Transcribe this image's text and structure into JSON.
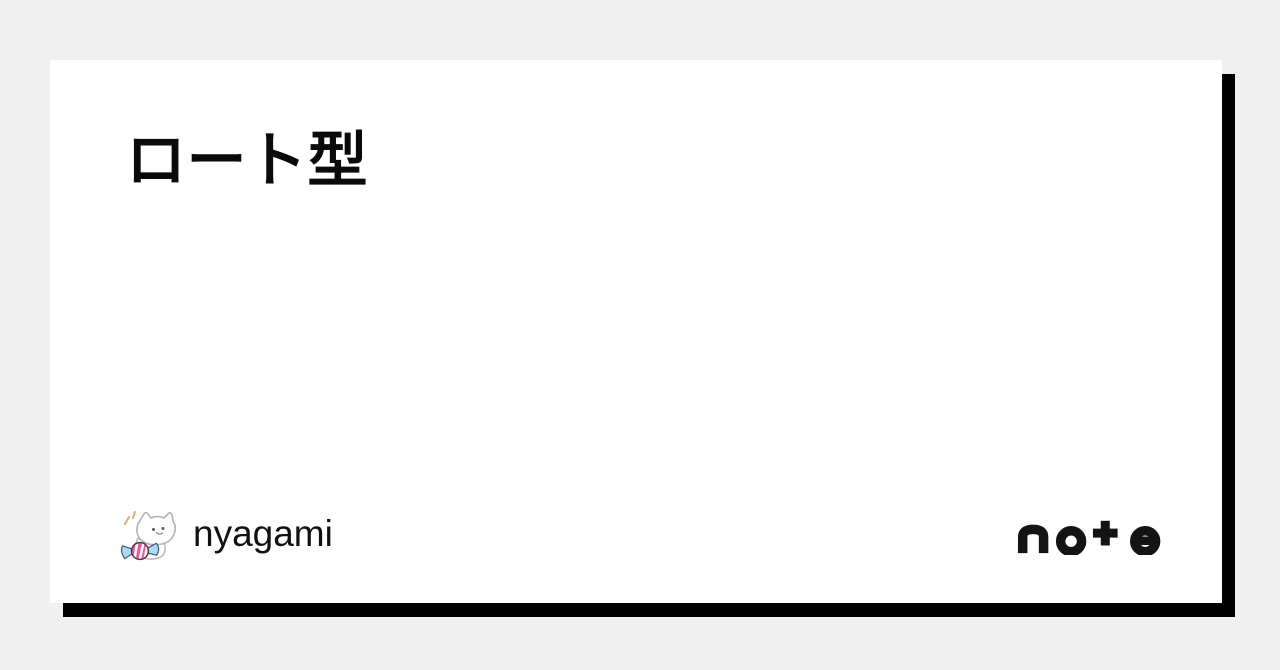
{
  "page": {
    "background_color": "#f0f0f0"
  },
  "card": {
    "background_color": "#ffffff",
    "shadow_color": "#000000",
    "title": "ロート型"
  },
  "footer": {
    "author": {
      "name": "nyagami",
      "avatar_icon": "cat-holding-candy"
    },
    "brand": {
      "name": "note",
      "logo_text": "no+e",
      "color": "#141414"
    }
  },
  "avatar_colors": {
    "candy_pink": "#f3539f",
    "wrapper_blue": "#a9dbf7",
    "outline_gray": "#b3b3b3",
    "sparkle_tan": "#e3b083"
  }
}
